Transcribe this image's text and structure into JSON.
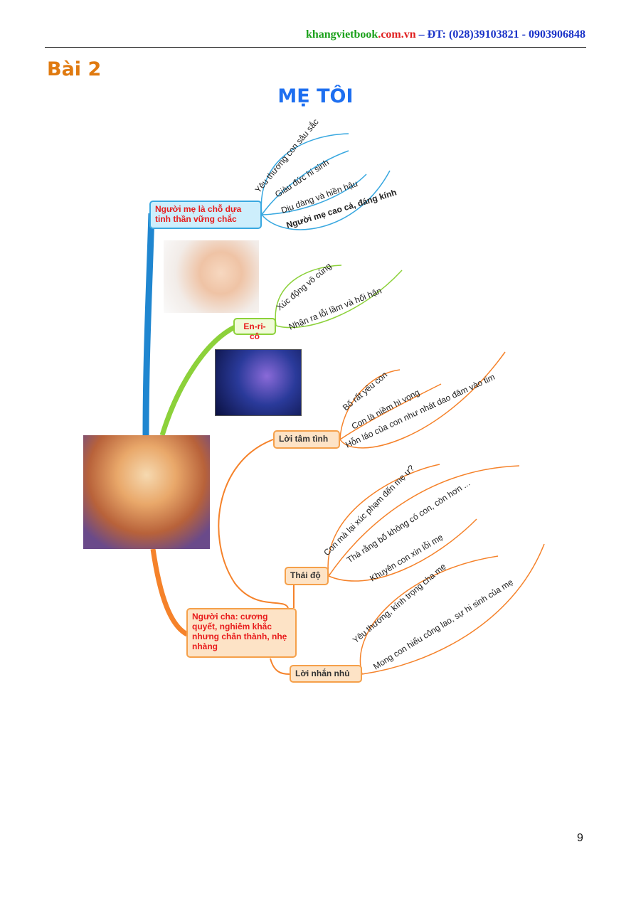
{
  "header": {
    "site_green": "khangvietbook",
    "site_red": ".com.vn",
    "contact": " – ĐT: (028)39103821 - 0903906848"
  },
  "lesson": "Bài 2",
  "title": "MẸ TÔI",
  "mindmap": {
    "mother": {
      "label": "Người mẹ là chỗ dựa tinh thần vững chắc",
      "leaves": [
        "Yêu thương con sâu sắc",
        "Giàu đức hi sinh",
        "Dịu dàng và hiền hậu",
        "Người mẹ cao cả, đáng kính"
      ]
    },
    "enrico": {
      "label": "En-ri-cô",
      "leaves": [
        "Xúc động vô cùng",
        "Nhận ra lỗi lầm và hối hận"
      ]
    },
    "father": {
      "label": "Người cha: cương quyết, nghiêm khắc nhưng chân thành, nhẹ nhàng"
    },
    "confide": {
      "label": "Lời tâm tình",
      "leaves": [
        "Bố rất yêu con",
        "Con là niềm hi vọng",
        "Hỗn láo của con như nhát dao đâm vào tim"
      ]
    },
    "attitude": {
      "label": "Thái độ",
      "leaves": [
        "Con mà lại xúc phạm đến mẹ ư?",
        "Thà rằng bố không có con, còn hơn ...",
        "Khuyên con xin lỗi mẹ"
      ]
    },
    "advice": {
      "label": "Lời nhắn nhủ",
      "leaves": [
        "Yêu thương, kính trọng cha mẹ",
        "Mong con hiểu công lao, sự hi sinh của mẹ"
      ]
    }
  },
  "colors": {
    "blue": "#39a8e0",
    "green": "#8cd13a",
    "orange": "#f5822a"
  },
  "page_number": "9"
}
